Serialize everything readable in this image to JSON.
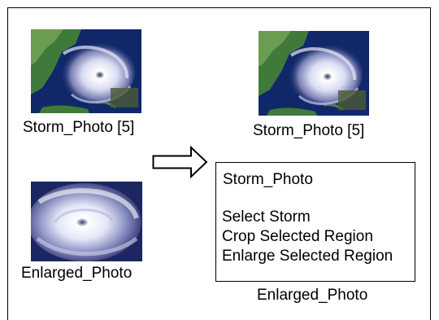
{
  "left_top_caption": "Storm_Photo [5]",
  "right_top_caption": "Storm_Photo [5]",
  "left_bottom_caption": "Enlarged_Photo",
  "node": {
    "title": "Storm_Photo",
    "operations": [
      "Select Storm",
      "Crop Selected Region",
      "Enlarge Selected Region"
    ],
    "caption": "Enlarged_Photo"
  },
  "colors": {
    "line": "#000000",
    "background": "#ffffff"
  }
}
